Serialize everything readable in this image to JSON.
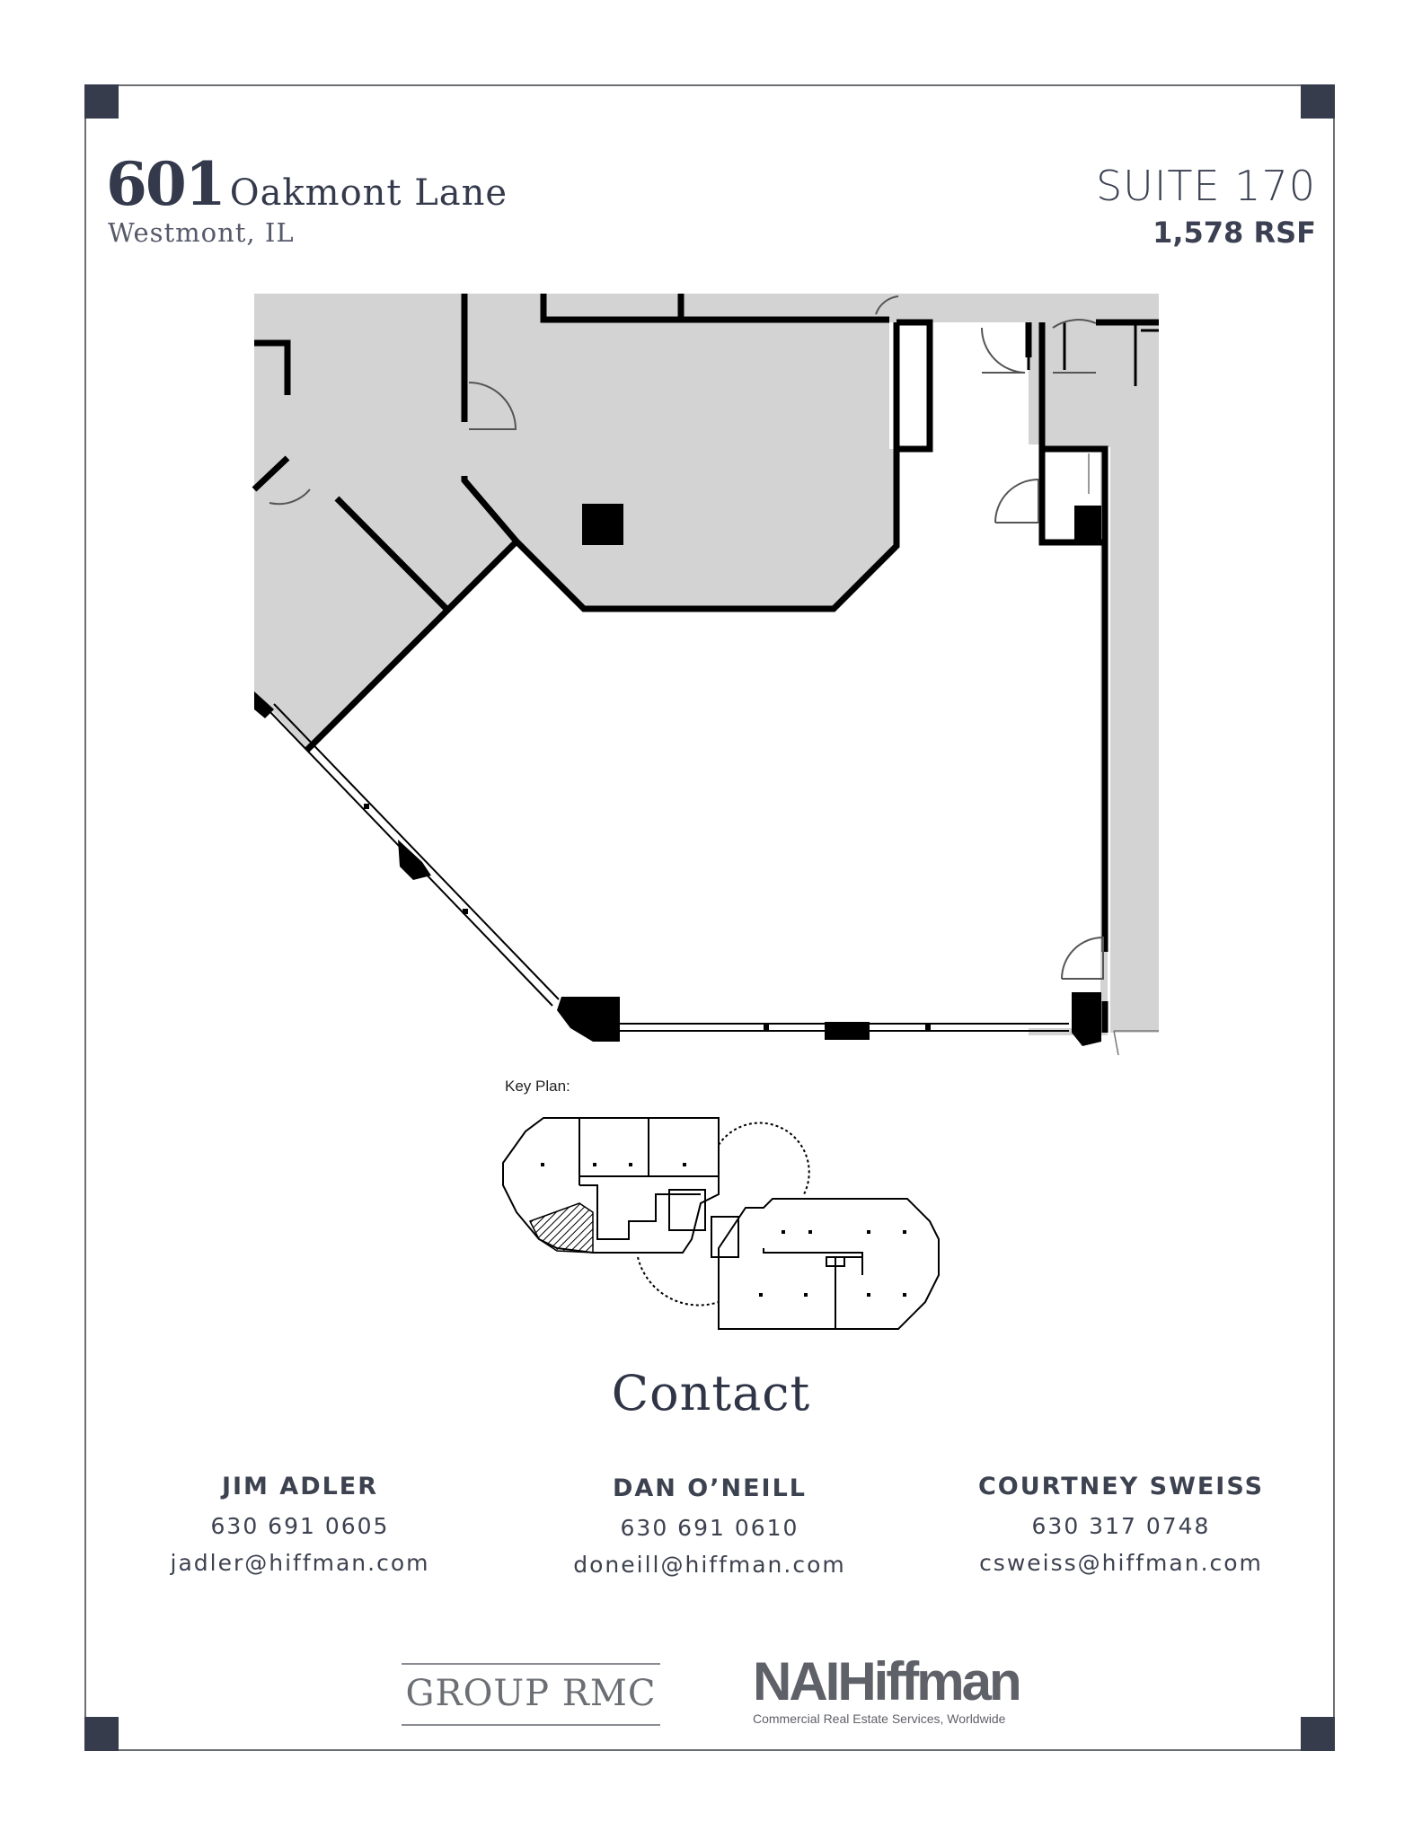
{
  "header": {
    "address_number": "601",
    "address_street": "Oakmont Lane",
    "city": "Westmont, IL",
    "suite": "SUITE 170",
    "rsf": "1,578 RSF"
  },
  "key_plan": {
    "label": "Key Plan:"
  },
  "contact": {
    "title": "Contact",
    "people": [
      {
        "name": "JIM ADLER",
        "phone": "630 691 0605",
        "email": "jadler@hiffman.com"
      },
      {
        "name": "DAN O’NEILL",
        "phone": "630 691 0610",
        "email": "doneill@hiffman.com"
      },
      {
        "name": "COURTNEY SWEISS",
        "phone": "630 317 0748",
        "email": "csweiss@hiffman.com"
      }
    ]
  },
  "logos": {
    "group_rmc": "GROUP RMC",
    "nai_brand": "NAIHiffman",
    "nai_tagline": "Commercial Real Estate Services, Worldwide"
  },
  "colors": {
    "navy": "#363c4c",
    "plan_gray": "#d3d3d3",
    "wall": "#000000"
  }
}
